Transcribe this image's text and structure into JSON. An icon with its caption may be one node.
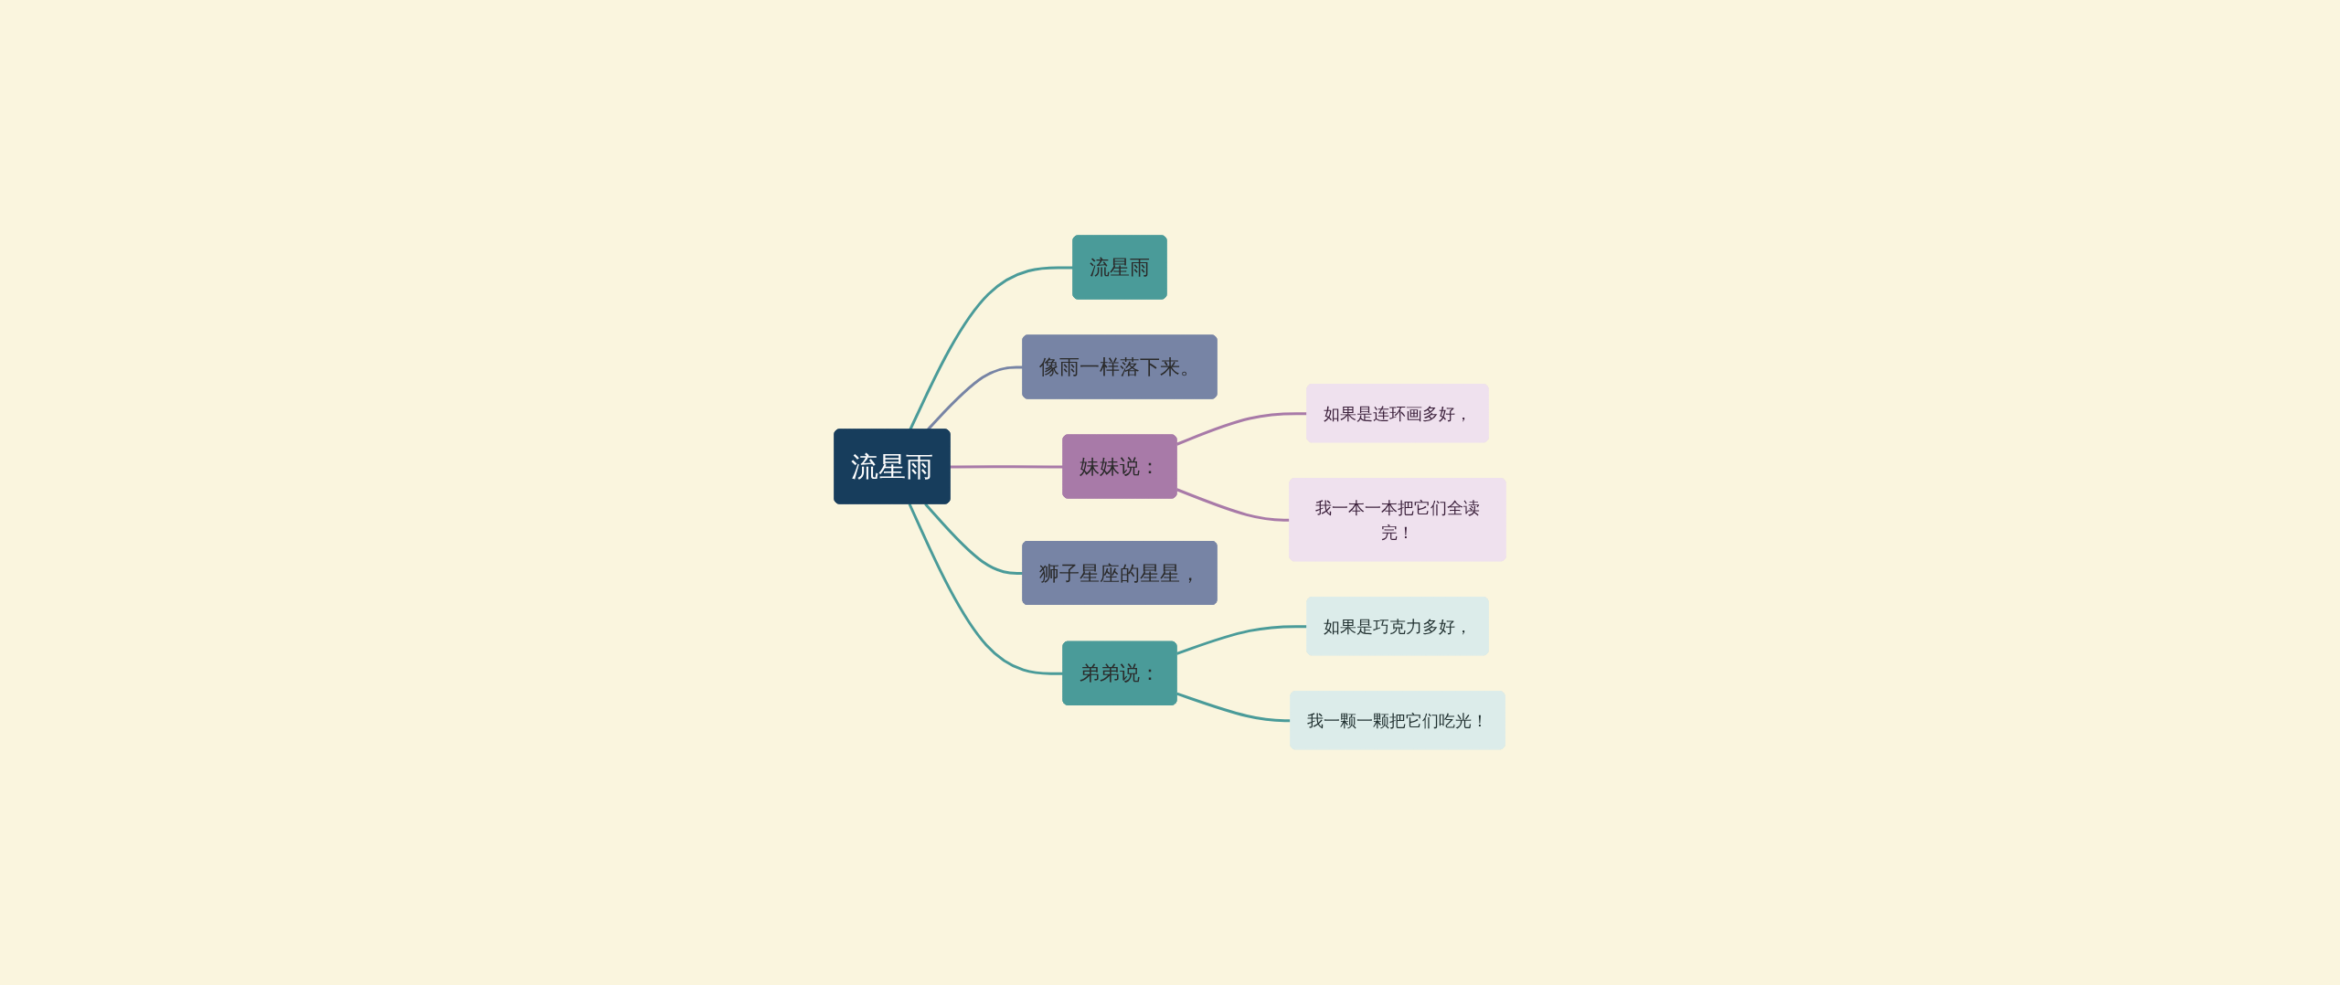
{
  "diagram": {
    "nodes": [
      {
        "text": [
          "流星雨"
        ]
      },
      {
        "text": [
          "流星雨"
        ]
      },
      {
        "text": [
          "像雨一样落下来。"
        ]
      },
      {
        "text": [
          "妹妹说："
        ]
      },
      {
        "text": [
          "如果是连环画多好，"
        ]
      },
      {
        "text": [
          "我一本一本把它们全读完！"
        ]
      },
      {
        "text": [
          "狮子星座的星星，"
        ]
      },
      {
        "text": [
          "弟弟说："
        ]
      },
      {
        "text": [
          "如果是巧克力多好，"
        ]
      },
      {
        "text": [
          "我一颗一颗把它们吃光！"
        ]
      }
    ],
    "edges": [
      {
        "from": 0,
        "to": 1,
        "arrow": "none"
      },
      {
        "from": 0,
        "to": 2,
        "arrow": "none",
        "color": "#7784a5"
      },
      {
        "from": 0,
        "to": 3,
        "arrow": "none",
        "color": "#a87aa8"
      },
      {
        "from": 3,
        "to": 4,
        "arrow": "none",
        "color": "#a87aa8"
      },
      {
        "from": 3,
        "to": 5,
        "arrow": "none",
        "color": "#a87aa8"
      },
      {
        "from": 0,
        "to": 6,
        "arrow": "none"
      },
      {
        "from": 0,
        "to": 7,
        "arrow": "none"
      },
      {
        "from": 7,
        "to": 8,
        "arrow": "none"
      },
      {
        "from": 7,
        "to": 9,
        "arrow": "none"
      }
    ]
  }
}
